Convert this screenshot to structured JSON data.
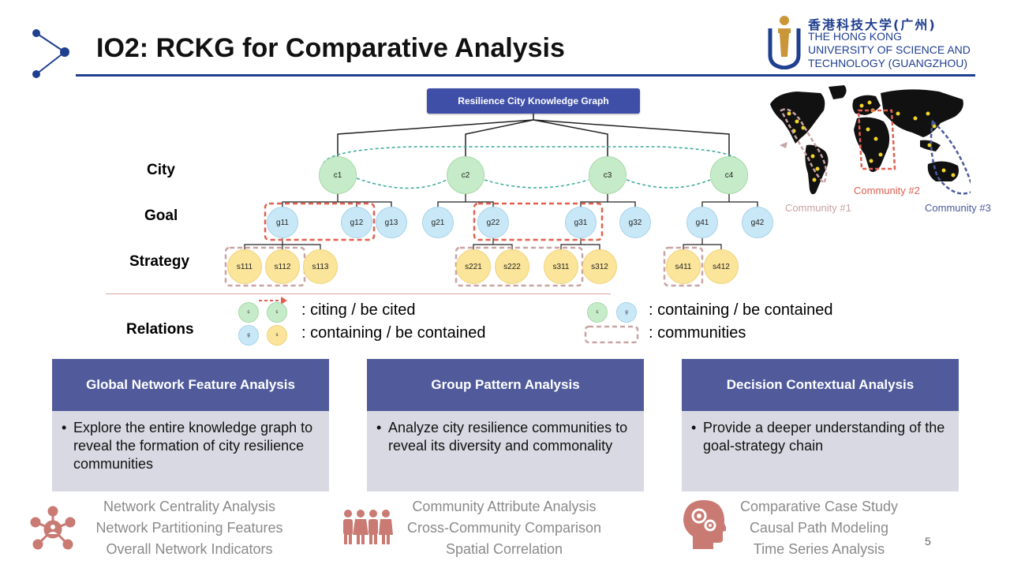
{
  "header": {
    "title": "IO2: RCKG for Comparative Analysis",
    "university_cn": "香港科技大学(广州)",
    "university_en_lines": [
      "THE HONG KONG",
      "UNIVERSITY OF SCIENCE AND",
      "TECHNOLOGY (GUANGZHOU)"
    ]
  },
  "graph": {
    "root": "Resilience City Knowledge Graph",
    "row_labels": {
      "city": "City",
      "goal": "Goal",
      "strategy": "Strategy",
      "relations": "Relations"
    },
    "cities": [
      "c1",
      "c2",
      "c3",
      "c4"
    ],
    "goals": [
      "g11",
      "g12",
      "g13",
      "g21",
      "g22",
      "g31",
      "g32",
      "g41",
      "g42"
    ],
    "strategies": [
      "s111",
      "s112",
      "s113",
      "s221",
      "s222",
      "s311",
      "s312",
      "s411",
      "s412"
    ]
  },
  "legend": {
    "node_c": "c",
    "node_g": "g",
    "node_s": "s",
    "citing": ": citing / be cited",
    "containing_gs": ": containing / be contained",
    "containing_cg": ": containing / be contained",
    "communities": ": communities"
  },
  "map": {
    "community1": "Community #1",
    "community2": "Community #2",
    "community3": "Community #3"
  },
  "cards": [
    {
      "title": "Global Network Feature Analysis",
      "body": "Explore the entire knowledge graph to reveal the formation of city resilience communities",
      "items": [
        "Network Centrality Analysis",
        "Network Partitioning Features",
        "Overall Network Indicators"
      ],
      "icon": "network-icon"
    },
    {
      "title": "Group Pattern Analysis",
      "body": "Analyze city resilience communities to reveal its diversity and commonality",
      "items": [
        "Community Attribute Analysis",
        "Cross-Community Comparison",
        "Spatial Correlation"
      ],
      "icon": "people-group-icon"
    },
    {
      "title": "Decision Contextual Analysis",
      "body": "Provide a deeper understanding of the goal-strategy chain",
      "items": [
        "Comparative Case Study",
        "Causal Path Modeling",
        "Time Series Analysis"
      ],
      "icon": "head-gears-icon"
    }
  ],
  "page_number": "5",
  "colors": {
    "accent_blue": "#1f3f8f",
    "card_header": "#515b9c",
    "card_body": "#d9d9e3",
    "community_red": "#e06050",
    "community_mauve": "#c9a3a3",
    "icon_salmon": "#c97a72"
  }
}
